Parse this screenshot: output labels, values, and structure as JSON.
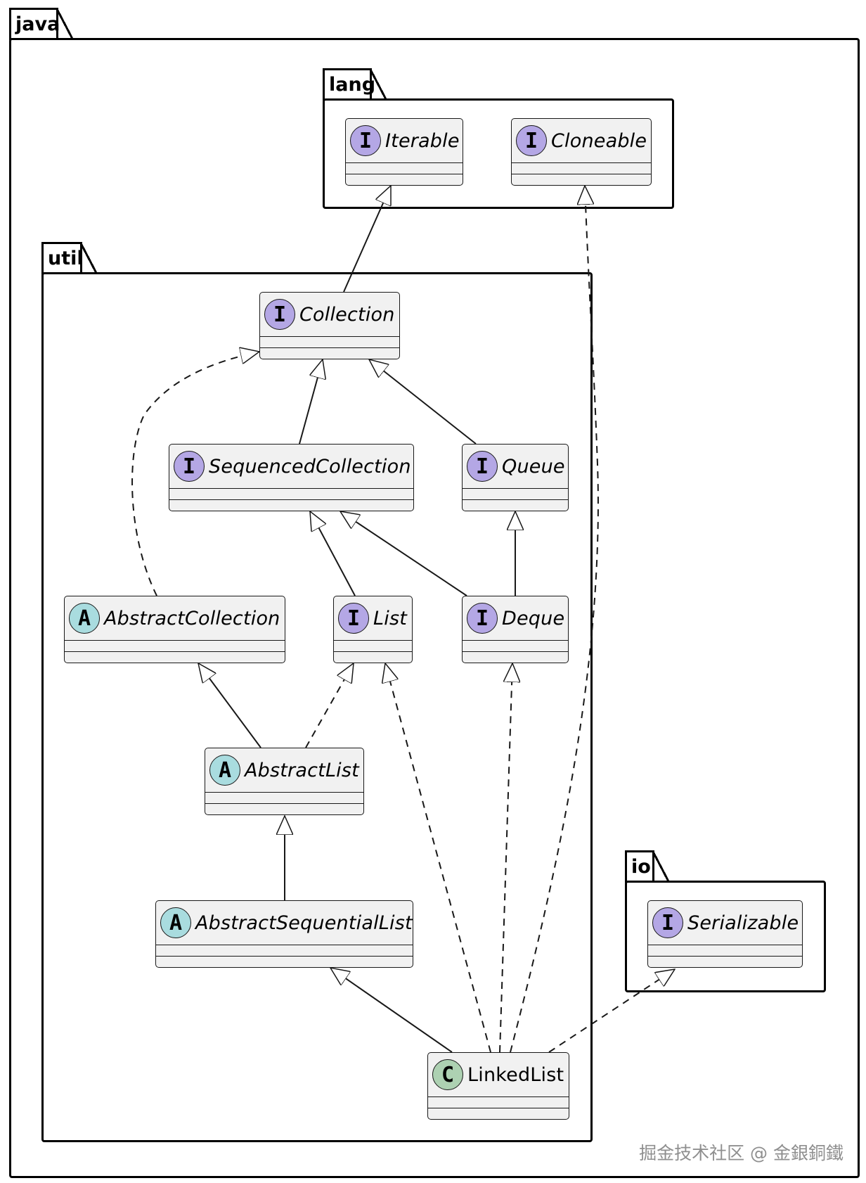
{
  "packages": {
    "java": "java",
    "lang": "lang",
    "util": "util",
    "io": "io"
  },
  "classes": {
    "iterable": {
      "stereotype": "I",
      "name": "Iterable"
    },
    "cloneable": {
      "stereotype": "I",
      "name": "Cloneable"
    },
    "collection": {
      "stereotype": "I",
      "name": "Collection"
    },
    "sequencedCollection": {
      "stereotype": "I",
      "name": "SequencedCollection"
    },
    "queue": {
      "stereotype": "I",
      "name": "Queue"
    },
    "abstractCollection": {
      "stereotype": "A",
      "name": "AbstractCollection"
    },
    "list": {
      "stereotype": "I",
      "name": "List"
    },
    "deque": {
      "stereotype": "I",
      "name": "Deque"
    },
    "abstractList": {
      "stereotype": "A",
      "name": "AbstractList"
    },
    "abstractSequentialList": {
      "stereotype": "A",
      "name": "AbstractSequentialList"
    },
    "linkedList": {
      "stereotype": "C",
      "name": "LinkedList"
    },
    "serializable": {
      "stereotype": "I",
      "name": "Serializable"
    }
  },
  "colors": {
    "interface_circle": "#b4a7e5",
    "abstract_circle": "#a9dcdf",
    "class_circle": "#add1b2",
    "class_fill": "#f1f1f1",
    "line": "#181818"
  },
  "relations": [
    {
      "from": "Collection",
      "to": "Iterable",
      "kind": "extends"
    },
    {
      "from": "SequencedCollection",
      "to": "Collection",
      "kind": "extends"
    },
    {
      "from": "Queue",
      "to": "Collection",
      "kind": "extends"
    },
    {
      "from": "AbstractCollection",
      "to": "Collection",
      "kind": "implements"
    },
    {
      "from": "List",
      "to": "SequencedCollection",
      "kind": "extends"
    },
    {
      "from": "Deque",
      "to": "SequencedCollection",
      "kind": "extends"
    },
    {
      "from": "Deque",
      "to": "Queue",
      "kind": "extends"
    },
    {
      "from": "AbstractList",
      "to": "AbstractCollection",
      "kind": "extends"
    },
    {
      "from": "AbstractList",
      "to": "List",
      "kind": "implements"
    },
    {
      "from": "AbstractSequentialList",
      "to": "AbstractList",
      "kind": "extends"
    },
    {
      "from": "LinkedList",
      "to": "AbstractSequentialList",
      "kind": "extends"
    },
    {
      "from": "LinkedList",
      "to": "List",
      "kind": "implements"
    },
    {
      "from": "LinkedList",
      "to": "Deque",
      "kind": "implements"
    },
    {
      "from": "LinkedList",
      "to": "Cloneable",
      "kind": "implements"
    },
    {
      "from": "LinkedList",
      "to": "Serializable",
      "kind": "implements"
    }
  ],
  "watermark": "掘金技术社区 @ 金銀銅鐵"
}
